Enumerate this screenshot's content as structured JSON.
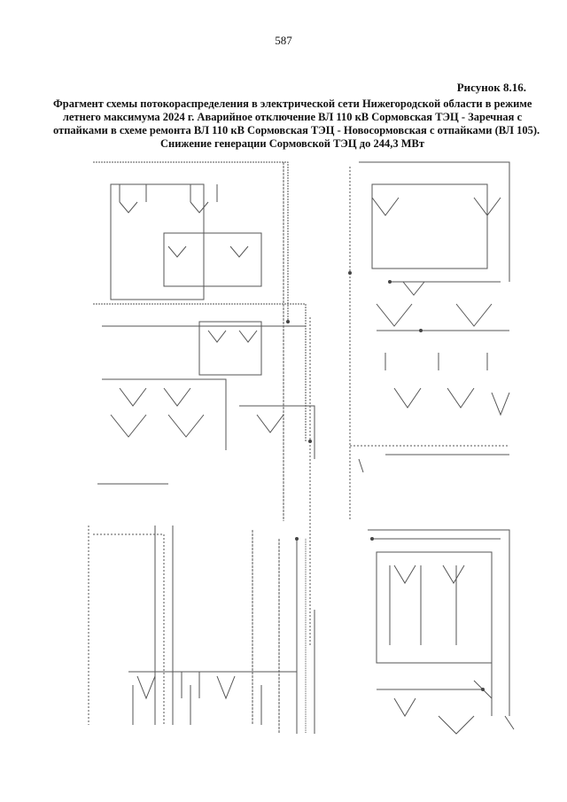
{
  "page": {
    "number": "587"
  },
  "figure": {
    "label": "Рисунок 8.16.",
    "caption_lines": [
      "Фрагмент схемы потокораспределения в электрической сети Нижегородской области в режиме",
      "летнего максимума 2024 г. Аварийное отключение ВЛ 110 кВ Сормовская ТЭЦ - Заречная с",
      "отпайками в схеме ремонта ВЛ 110 кВ Сормовская ТЭЦ - Новосормовская с отпайками (ВЛ 105).",
      "Снижение генерации Сормовской ТЭЦ до 244,3 МВт"
    ]
  }
}
